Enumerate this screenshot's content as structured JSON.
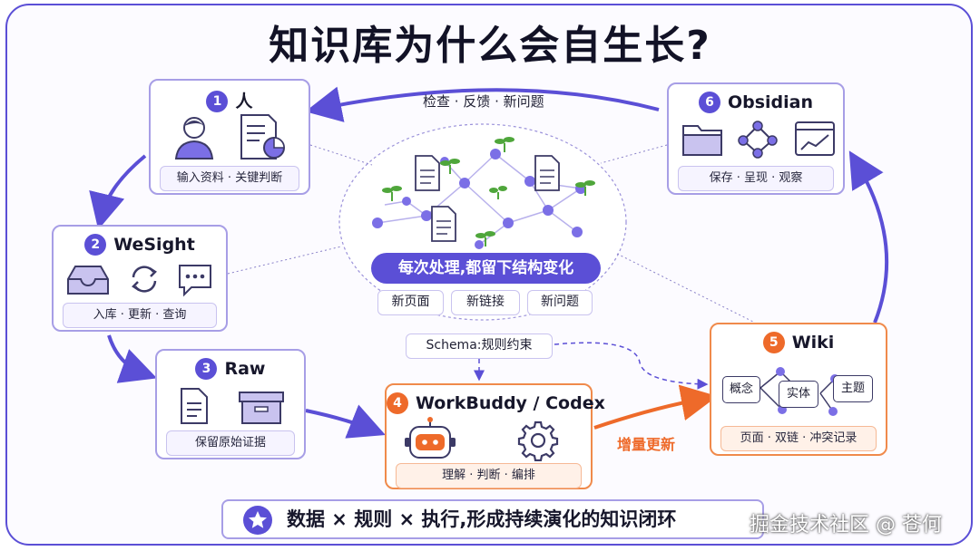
{
  "title": "知识库为什么会自生长?",
  "nodes": {
    "n1": {
      "num": "1",
      "label": "人",
      "chip": "输入资料 · 关键判断"
    },
    "n2": {
      "num": "2",
      "label": "WeSight",
      "chip": "入库 · 更新 · 查询"
    },
    "n3": {
      "num": "3",
      "label": "Raw",
      "chip": "保留原始证据"
    },
    "n4": {
      "num": "4",
      "label": "WorkBuddy / Codex",
      "chip": "理解 · 判断 · 编排"
    },
    "n5": {
      "num": "5",
      "label": "Wiki",
      "chip": "页面 · 双链 · 冲突记录",
      "graph_nodes": [
        "概念",
        "实体",
        "主题"
      ]
    },
    "n6": {
      "num": "6",
      "label": "Obsidian",
      "chip": "保存 · 呈现 · 观察"
    }
  },
  "center": {
    "pill": "每次处理,都留下结构变化",
    "tags": [
      "新页面",
      "新链接",
      "新问题"
    ],
    "schema": "Schema:规则约束"
  },
  "arrows": {
    "top": "检查 · 反馈 · 新问题",
    "incremental": "增量更新"
  },
  "footer": "数据 × 规则 × 执行,形成持续演化的知识闭环",
  "watermark": "掘金技术社区 @ 苍何",
  "colors": {
    "primary": "#5b4fd6",
    "accent": "#ee6a2a",
    "border": "#a79ee6"
  },
  "icons": [
    "person-icon",
    "document-chart-icon",
    "inbox-tray-icon",
    "refresh-icon",
    "chat-bubble-icon",
    "document-icon",
    "archive-box-icon",
    "robot-icon",
    "gear-icon",
    "folder-icon",
    "graph-icon",
    "trend-window-icon",
    "star-icon",
    "sprout-icon"
  ]
}
